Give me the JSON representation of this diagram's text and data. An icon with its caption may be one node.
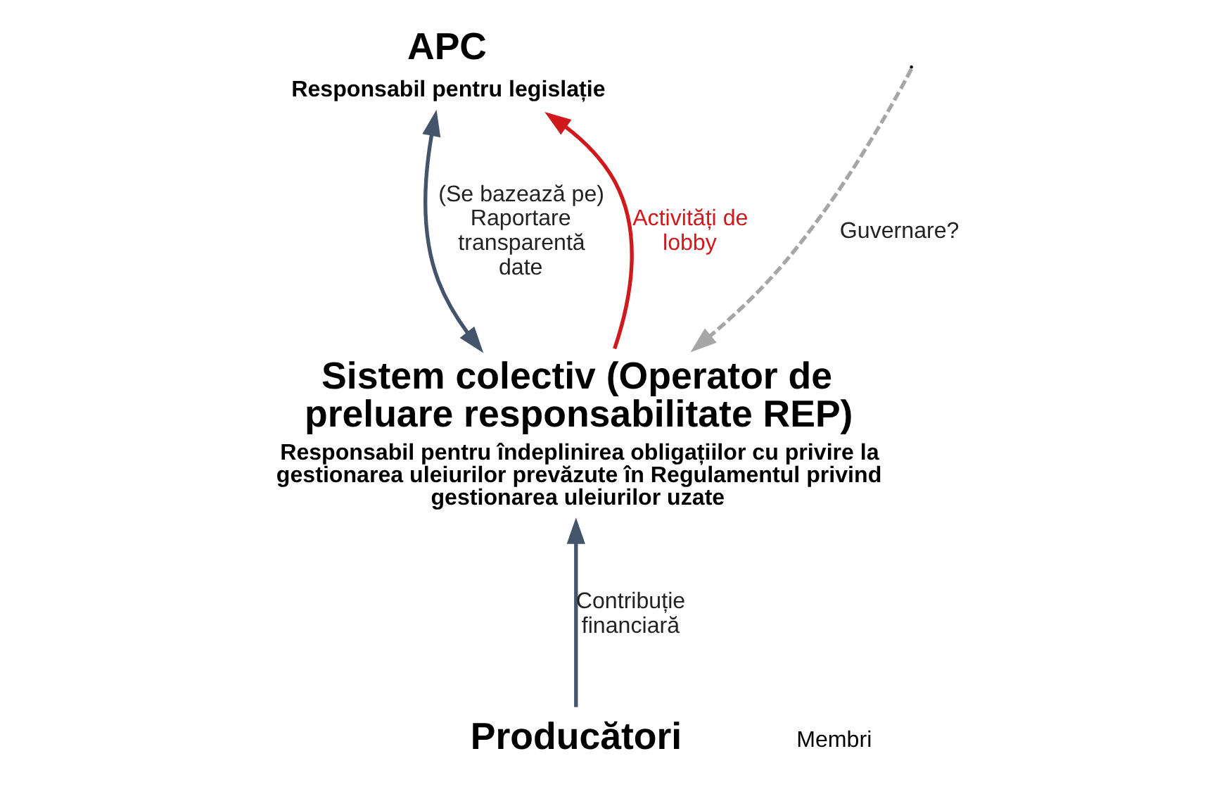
{
  "diagram": {
    "nodes": [
      {
        "text": [
          "APC",
          "Responsabil pentru legislație"
        ]
      },
      {
        "text": [
          "Sistem colectiv (Operator de preluare responsabilitate REP)",
          "Responsabil pentru îndeplinirea obligațiilor cu privire la gestionarea uleiurilor prevăzute în Regulamentul privind gestionarea uleiurilor uzate"
        ]
      },
      {
        "text": [
          "Producători"
        ]
      }
    ],
    "edges": [
      {
        "from": 0,
        "to": 1,
        "arrow": "both",
        "label": "(Se bazează pe) Raportare transparentă date"
      },
      {
        "from": null,
        "to": 1,
        "arrow": "to",
        "label": "Guvernare?",
        "style": "dashed",
        "color": "#a6a6a6"
      },
      {
        "from": 1,
        "to": 0,
        "arrow": "to",
        "label": "Activități de lobby",
        "color": "#d0191c"
      },
      {
        "from": 2,
        "to": 1,
        "arrow": "to",
        "label": "Contribuție financiară"
      }
    ],
    "labels": [
      "Membri"
    ]
  }
}
